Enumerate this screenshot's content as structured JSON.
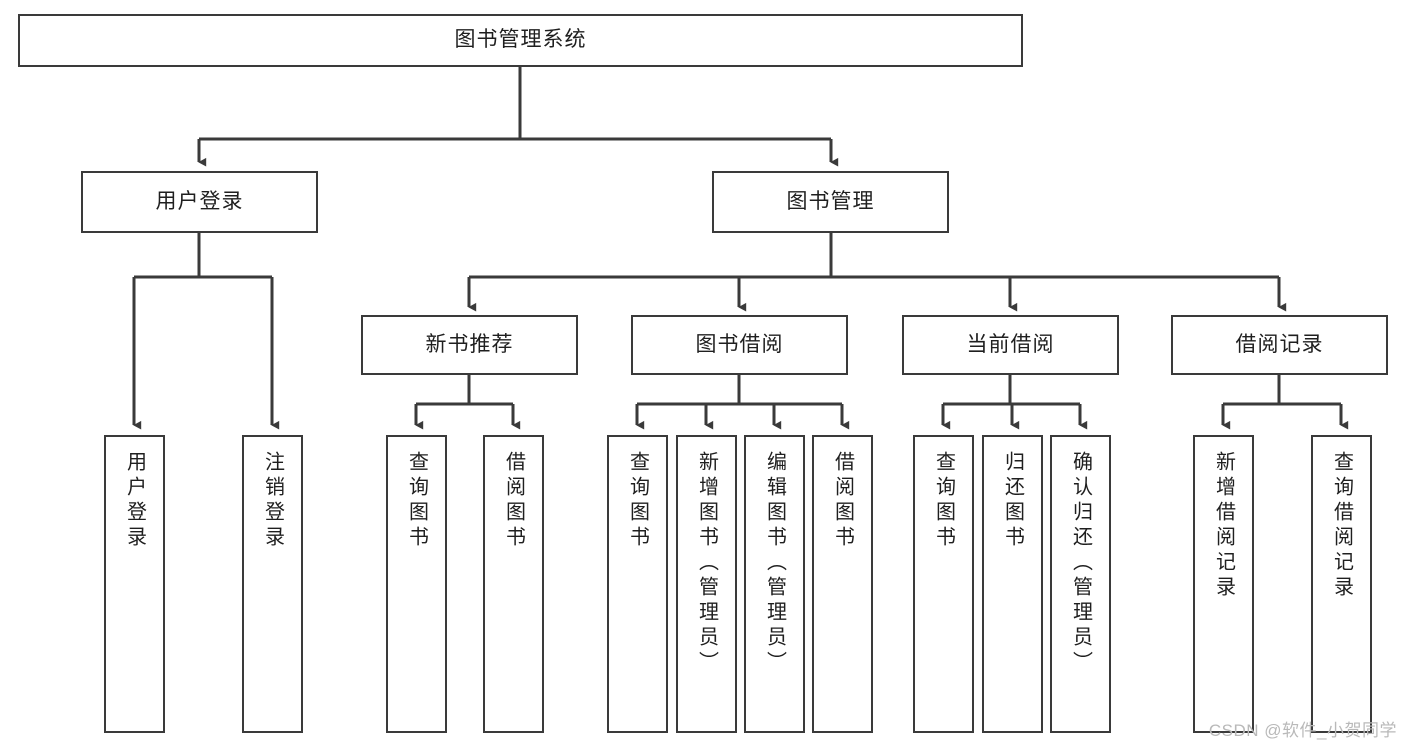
{
  "diagram": {
    "type": "hierarchy-tree",
    "title": "图书管理系统",
    "root": {
      "id": "root",
      "label": "图书管理系统"
    },
    "level2": [
      {
        "id": "user-login",
        "label": "用户登录"
      },
      {
        "id": "book-manage",
        "label": "图书管理"
      }
    ],
    "level3": [
      {
        "id": "new-book-rec",
        "label": "新书推荐",
        "parent": "book-manage"
      },
      {
        "id": "book-borrow",
        "label": "图书借阅",
        "parent": "book-manage"
      },
      {
        "id": "current-borrow",
        "label": "当前借阅",
        "parent": "book-manage"
      },
      {
        "id": "borrow-record",
        "label": "借阅记录",
        "parent": "book-manage"
      }
    ],
    "leaves": {
      "user-login": [
        {
          "id": "leaf-user-login",
          "label": "用户登录"
        },
        {
          "id": "leaf-logout",
          "label": "注销登录"
        }
      ],
      "new-book-rec": [
        {
          "id": "leaf-query-book-1",
          "label": "查询图书"
        },
        {
          "id": "leaf-borrow-book-1",
          "label": "借阅图书"
        }
      ],
      "book-borrow": [
        {
          "id": "leaf-query-book-2",
          "label": "查询图书"
        },
        {
          "id": "leaf-add-book",
          "label": "新增图书（管理员）"
        },
        {
          "id": "leaf-edit-book",
          "label": "编辑图书（管理员）"
        },
        {
          "id": "leaf-borrow-book-2",
          "label": "借阅图书"
        }
      ],
      "current-borrow": [
        {
          "id": "leaf-query-book-3",
          "label": "查询图书"
        },
        {
          "id": "leaf-return-book",
          "label": "归还图书"
        },
        {
          "id": "leaf-confirm-return",
          "label": "确认归还（管理员）"
        }
      ],
      "borrow-record": [
        {
          "id": "leaf-add-record",
          "label": "新增借阅记录"
        },
        {
          "id": "leaf-query-record",
          "label": "查询借阅记录"
        }
      ]
    }
  },
  "watermark": {
    "text": "CSDN @软件_小贺同学"
  },
  "colors": {
    "stroke": "#3a3a3a",
    "background": "#ffffff",
    "text": "#1f1f1f",
    "watermark": "#b9b9b9"
  }
}
